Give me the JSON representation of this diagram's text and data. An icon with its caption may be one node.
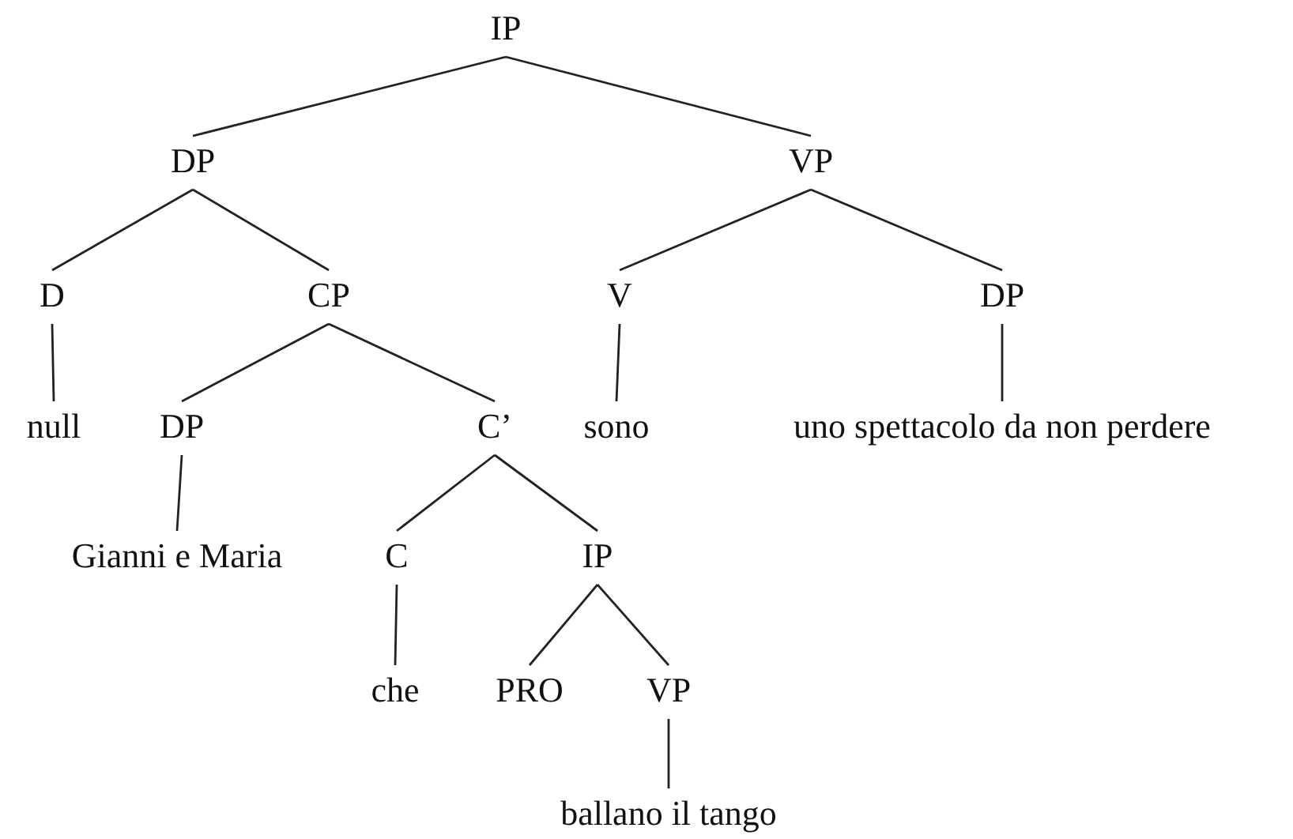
{
  "diagram": {
    "nodes": [
      {
        "text": [
          "IP"
        ]
      },
      {
        "text": [
          "DP"
        ]
      },
      {
        "text": [
          "VP"
        ]
      },
      {
        "text": [
          "D"
        ]
      },
      {
        "text": [
          "CP"
        ]
      },
      {
        "text": [
          "V"
        ]
      },
      {
        "text": [
          "DP"
        ]
      },
      {
        "text": [
          "null"
        ]
      },
      {
        "text": [
          "DP"
        ]
      },
      {
        "text": [
          "C’"
        ]
      },
      {
        "text": [
          "sono"
        ]
      },
      {
        "text": [
          "uno spettacolo da non perdere"
        ]
      },
      {
        "text": [
          "Gianni e Maria"
        ]
      },
      {
        "text": [
          "C"
        ]
      },
      {
        "text": [
          "IP"
        ]
      },
      {
        "text": [
          "che"
        ]
      },
      {
        "text": [
          "PRO"
        ]
      },
      {
        "text": [
          "VP"
        ]
      },
      {
        "text": [
          "ballano il tango"
        ]
      }
    ],
    "edges": [
      {
        "from": 0,
        "to": 1,
        "arrow": "none"
      },
      {
        "from": 0,
        "to": 2,
        "arrow": "none"
      },
      {
        "from": 1,
        "to": 3,
        "arrow": "none"
      },
      {
        "from": 1,
        "to": 4,
        "arrow": "none"
      },
      {
        "from": 2,
        "to": 5,
        "arrow": "none"
      },
      {
        "from": 2,
        "to": 6,
        "arrow": "none"
      },
      {
        "from": 3,
        "to": 7,
        "arrow": "none"
      },
      {
        "from": 4,
        "to": 8,
        "arrow": "none"
      },
      {
        "from": 4,
        "to": 9,
        "arrow": "none"
      },
      {
        "from": 5,
        "to": 10,
        "arrow": "none"
      },
      {
        "from": 6,
        "to": 11,
        "arrow": "none"
      },
      {
        "from": 8,
        "to": 12,
        "arrow": "none"
      },
      {
        "from": 9,
        "to": 13,
        "arrow": "none"
      },
      {
        "from": 9,
        "to": 14,
        "arrow": "none"
      },
      {
        "from": 13,
        "to": 15,
        "arrow": "none"
      },
      {
        "from": 14,
        "to": 16,
        "arrow": "none"
      },
      {
        "from": 14,
        "to": 17,
        "arrow": "none"
      },
      {
        "from": 17,
        "to": 18,
        "arrow": "none"
      }
    ]
  }
}
